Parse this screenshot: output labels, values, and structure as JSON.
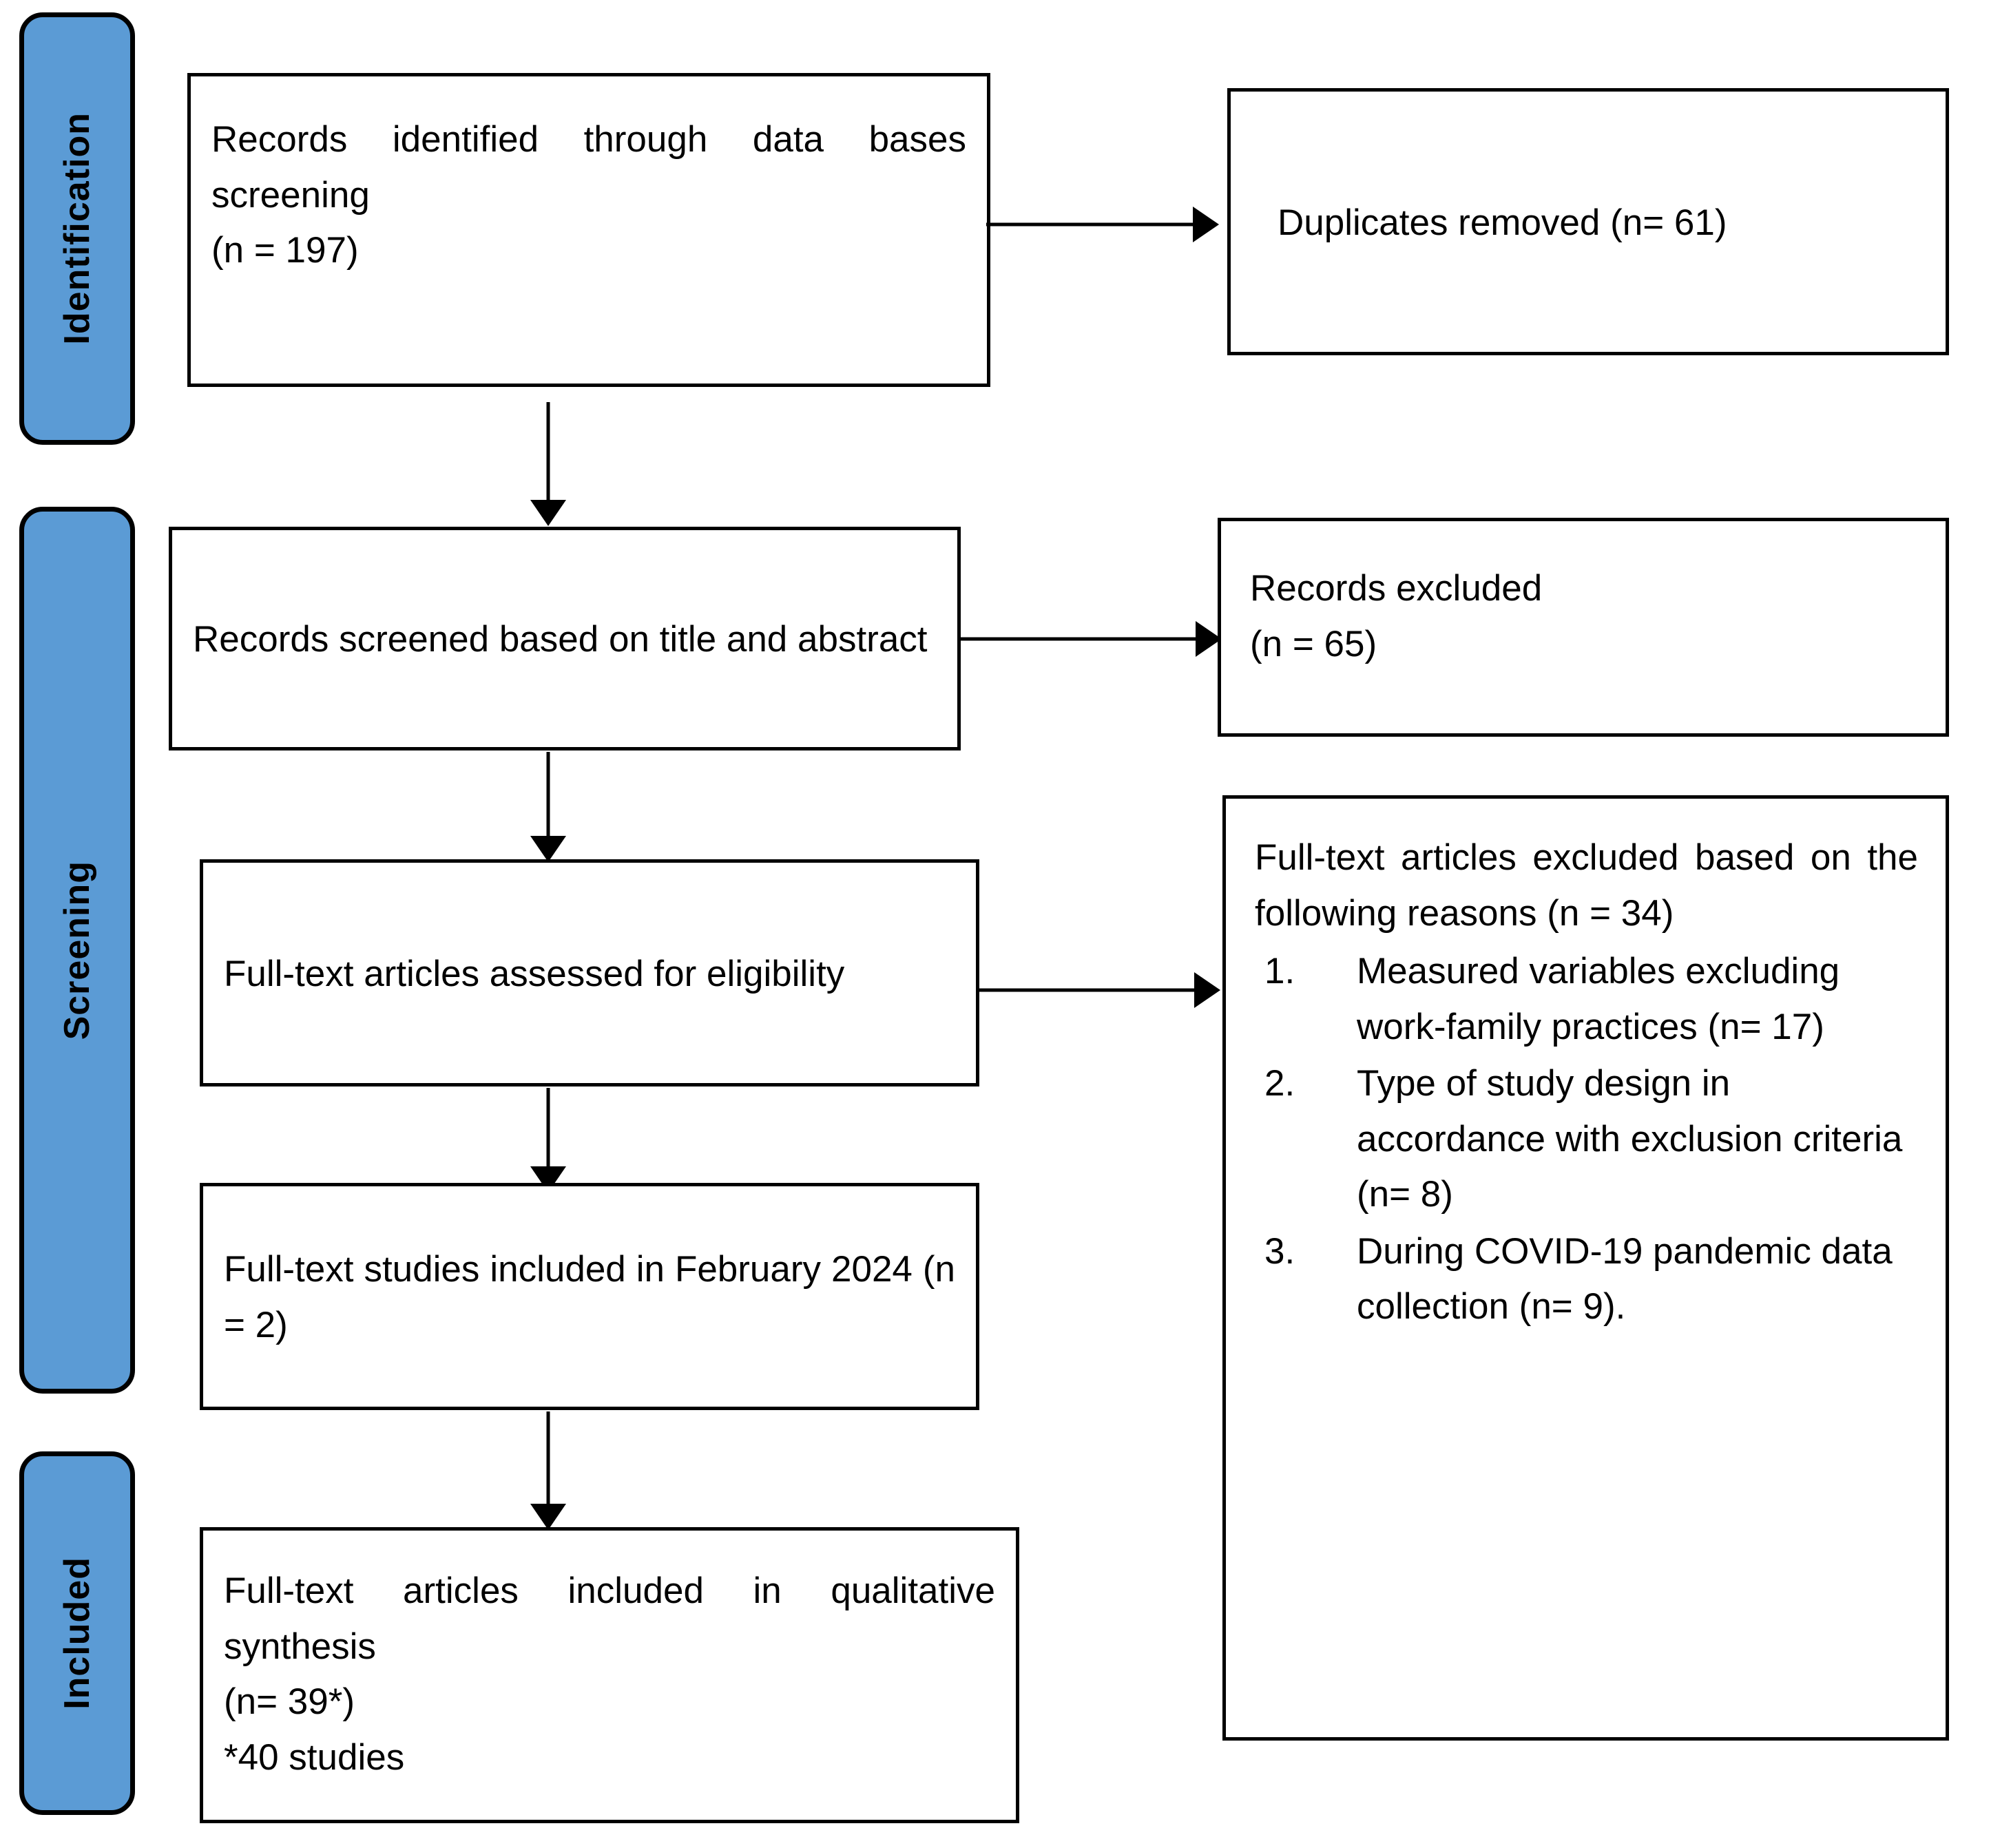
{
  "diagram": {
    "type": "PRISMA flow diagram",
    "accent_color": "#5B9BD5",
    "border_color": "#000000",
    "background": "#FFFFFF"
  },
  "stages": [
    {
      "label": "Identification"
    },
    {
      "label": "Screening"
    },
    {
      "label": "Included"
    }
  ],
  "boxes": {
    "identified": {
      "line1": "Records identified through data bases screening",
      "line2": "(n = 197)"
    },
    "duplicates": {
      "line1": "Duplicates removed (n= 61)"
    },
    "screened": {
      "line1": "Records screened based on title and abstract"
    },
    "excluded": {
      "line1": "Records excluded",
      "line2": "(n = 65)"
    },
    "assessed": {
      "line1": "Full-text articles assessed for eligibility"
    },
    "fulltext_excluded": {
      "line1": "Full-text articles excluded based on the following reasons (n = 34)",
      "reasons": [
        {
          "num": "1.",
          "text": "Measured variables excluding work-family practices (n= 17)"
        },
        {
          "num": "2.",
          "text": "Type of study design in accordance with exclusion criteria (n= 8)"
        },
        {
          "num": "3.",
          "text": "During COVID-19 pandemic data collection (n= 9)."
        }
      ]
    },
    "included_feb": {
      "line1": "Full-text studies included in February 2024 (n = 2)"
    },
    "qualitative": {
      "line1": "Full-text articles included in qualitative synthesis",
      "line2": "(n= 39*)",
      "line3": "*40 studies"
    }
  }
}
